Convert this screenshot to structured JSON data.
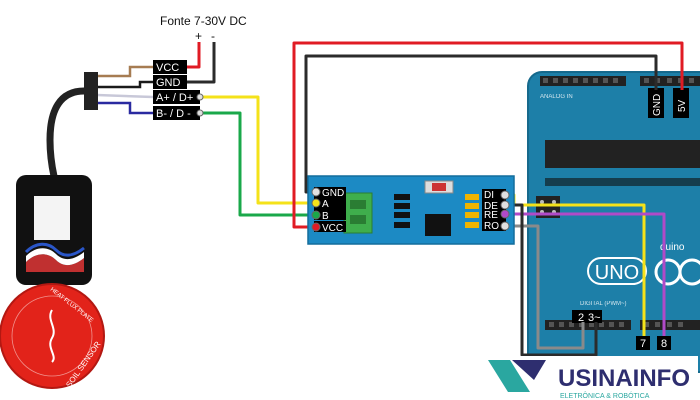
{
  "power": {
    "title": "Fonte 7-30V DC",
    "plus": "+",
    "minus": "-"
  },
  "sensor_terminals": [
    "VCC",
    "GND",
    "A+ / D+",
    "B- / D -"
  ],
  "sensor_probe": {
    "label": "SOIL SENSOR",
    "ring_text": "HEAT FLUX PLATE"
  },
  "rs485_module": {
    "left_pins": [
      "GND",
      "A",
      "B",
      "VCC"
    ],
    "right_pins": [
      "DI",
      "DE",
      "RE",
      "RO"
    ]
  },
  "arduino": {
    "model": "UNO",
    "power_pins": [
      "GND",
      "5V"
    ],
    "pin_labels": [
      "2",
      "3~",
      "7",
      "8"
    ],
    "header_text_top": "ANALOG IN",
    "header_text_bottom": "DIGITAL (PWM~)",
    "brand_text": "duino"
  },
  "brand": {
    "name": "USINAINFO",
    "tagline": "ELETRÔNICA & ROBÓTICA"
  },
  "colors": {
    "red_wire": "#e01b24",
    "black_wire": "#2b2b2b",
    "yellow_wire": "#f4e21a",
    "green_wire": "#1aa84a",
    "purple_wire": "#b04ac8",
    "gray_wire": "#8a8a8a",
    "arduino_board": "#1d7fa8",
    "rs485_board": "#1c8ac4",
    "sensor_red": "#e2231a",
    "brand_dark": "#2e2e6f",
    "brand_teal": "#2aa7a0"
  }
}
